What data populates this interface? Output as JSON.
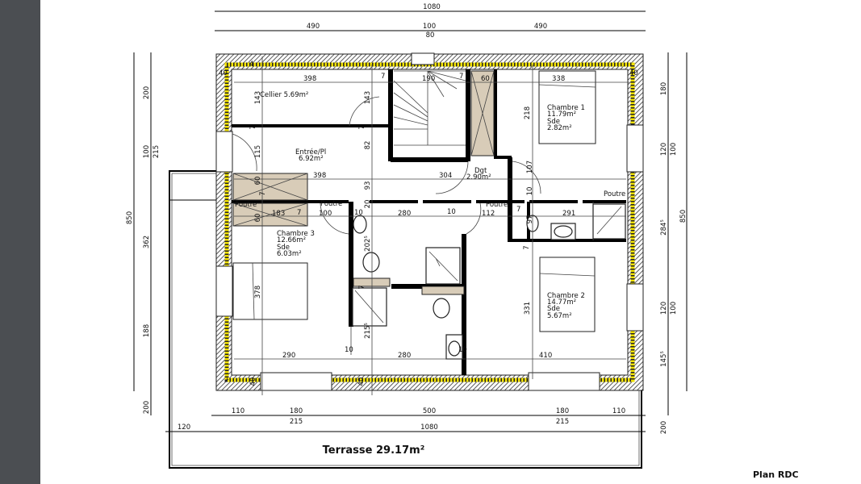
{
  "title": "Plan RDC",
  "terrace_label": "Terrasse 29.17m²",
  "top_dims": [
    "1080",
    "490",
    "100",
    "80",
    "490"
  ],
  "left_dims": [
    "850",
    "200",
    "100",
    "215",
    "362",
    "188",
    "200"
  ],
  "right_dims": [
    "180",
    "120",
    "100",
    "284⁵",
    "850",
    "120",
    "100",
    "145⁵",
    "200"
  ],
  "bottom_dims": [
    "110",
    "180",
    "215",
    "500",
    "180",
    "215",
    "110",
    "120",
    "1080"
  ],
  "rooms": {
    "cellier": {
      "name": "Cellier 5.69m²"
    },
    "entree": {
      "name": "Entrée/Pl",
      "area": "6.92m²"
    },
    "dgt": {
      "name": "Dgt",
      "area": "2.90m²"
    },
    "chambre1": {
      "name": "Chambre 1",
      "area": "11.79m²",
      "sde": "Sde",
      "sde_area": "2.82m²"
    },
    "chambre2": {
      "name": "Chambre 2",
      "area": "14.77m²",
      "sde": "Sde",
      "sde_area": "5.67m²"
    },
    "chambre3": {
      "name": "Chambre 3",
      "area": "12.66m²",
      "sde": "Sde",
      "sde_area": "6.03m²"
    }
  },
  "beam_label": "Poutre",
  "interior_dims": [
    "40",
    "398",
    "7",
    "190",
    "7",
    "60",
    "338",
    "40",
    "143",
    "143",
    "7",
    "7",
    "115",
    "82",
    "398",
    "60",
    "93",
    "7",
    "304",
    "218",
    "107",
    "10",
    "20",
    "183",
    "7",
    "100",
    "280",
    "10",
    "112",
    "7",
    "291",
    "97",
    "60",
    "10",
    "202⁵",
    "378",
    "7",
    "215⁵",
    "331",
    "7",
    "290",
    "10",
    "280",
    "10",
    "410",
    "40",
    "40",
    "4"
  ]
}
